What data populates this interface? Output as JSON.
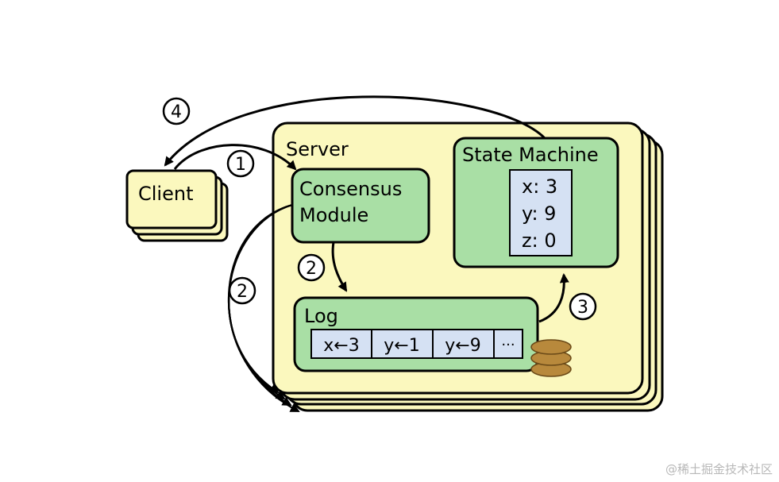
{
  "server": {
    "label": "Server",
    "consensus_module": {
      "line1": "Consensus",
      "line2": "Module"
    },
    "state_machine": {
      "title": "State Machine",
      "vars": [
        "x: 3",
        "y: 9",
        "z: 0"
      ]
    },
    "log": {
      "title": "Log",
      "entries": [
        "x←3",
        "y←1",
        "y←9",
        "···"
      ]
    }
  },
  "client": {
    "label": "Client"
  },
  "steps": {
    "s1": "1",
    "s2a": "2",
    "s2b": "2",
    "s3": "3",
    "s4": "4"
  },
  "watermark": "@稀土掘金技术社区",
  "colors": {
    "server_fill": "#fbf8be",
    "module_fill": "#a9dfa5",
    "cell_fill": "#d5e1f3",
    "disk_fill": "#b8893c",
    "stroke": "#000000"
  }
}
